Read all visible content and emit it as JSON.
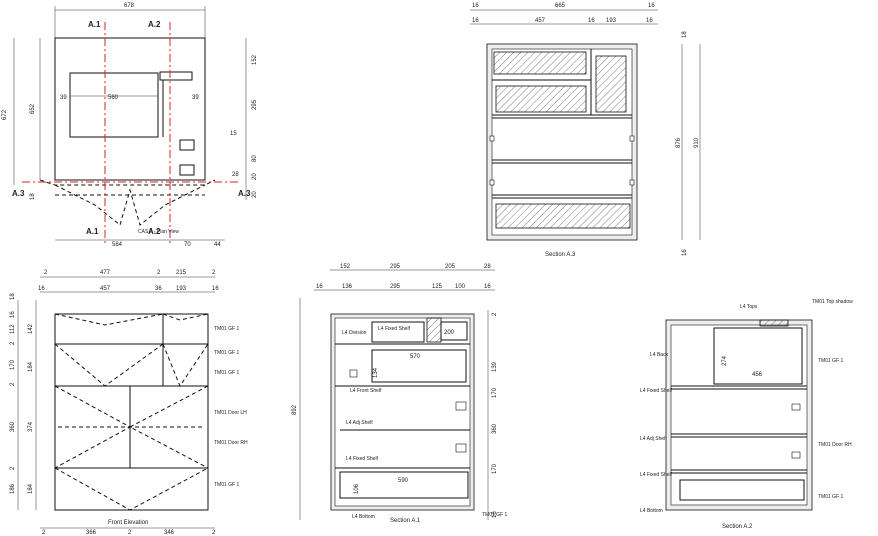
{
  "plan_view": {
    "overall_width": "678",
    "overall_depth": "672",
    "inner_depth": "652",
    "left_offset": "39",
    "inner_width": "560",
    "right_offset": "39",
    "base_depth": "18",
    "right_dims": [
      "152",
      "295",
      "15",
      "80",
      "20",
      "28",
      "20"
    ],
    "bottom_dims": [
      "584",
      "70",
      "44"
    ],
    "caption": "CAS A - Plan View",
    "markers": {
      "a1": "A.1",
      "a2": "A.2",
      "a3": "A.3"
    }
  },
  "section_a3": {
    "title": "Section A.3",
    "top_overall": "665",
    "top_edges": [
      "16",
      "16"
    ],
    "top_parts": [
      "16",
      "457",
      "16",
      "193",
      "16"
    ],
    "height_inner": "876",
    "height_overall": "910",
    "top_right": "18",
    "bottom_right": "16"
  },
  "front_elevation": {
    "title": "Front Elevation",
    "top_parts_a": [
      "2",
      "477",
      "2",
      "215",
      "2"
    ],
    "top_parts_b": [
      "16",
      "457",
      "36",
      "193",
      "16"
    ],
    "left_outer": [
      "18",
      "16",
      "112",
      "2",
      "170",
      "2",
      "360",
      "2",
      "186"
    ],
    "left_inner": [
      "142",
      "184",
      "374",
      "184"
    ],
    "bottom_parts": [
      "2",
      "366",
      "2",
      "346",
      "2"
    ],
    "tags": [
      "TM01 GF 1",
      "TM01 GF 1",
      "TM01 GF 1",
      "TM01 Door LH",
      "TM01 Door RH",
      "TM01 GF 1"
    ]
  },
  "section_a1": {
    "title": "Section A.1",
    "top_parts_a": [
      "152",
      "295",
      "205",
      "28"
    ],
    "top_parts_b": [
      "16",
      "136",
      "295",
      "125",
      "100",
      "16"
    ],
    "height_overall": "892",
    "right_dims": [
      "2",
      "139",
      "170",
      "360",
      "170",
      "16"
    ],
    "inner_dims": {
      "top_box": "200",
      "drawer_depth": "570",
      "drawer_h": "134",
      "bottom_depth": "590",
      "bottom_h": "106"
    },
    "labels": [
      "L4 Division",
      "L4 Fixed Shelf",
      "L4 Front Shelf",
      "L4 Adj Shelf",
      "L4 Fixed Shelf",
      "L4 Bottom"
    ],
    "tag_bottom": "TM01 GF 1"
  },
  "section_a2": {
    "title": "Section A.2",
    "top_label": "L4 Tops",
    "top_tag": "TM01 Top shadow",
    "labels": [
      "L4 Back",
      "L4 Fixed Shelf",
      "L4 Adj Shelf",
      "L4 Fixed Shelf",
      "L4 Bottom"
    ],
    "dims": {
      "box_h": "274",
      "box_w": "456"
    },
    "tags": [
      "TM01 GF 1",
      "TM01 Door RH",
      "TM01 GF 1"
    ]
  }
}
